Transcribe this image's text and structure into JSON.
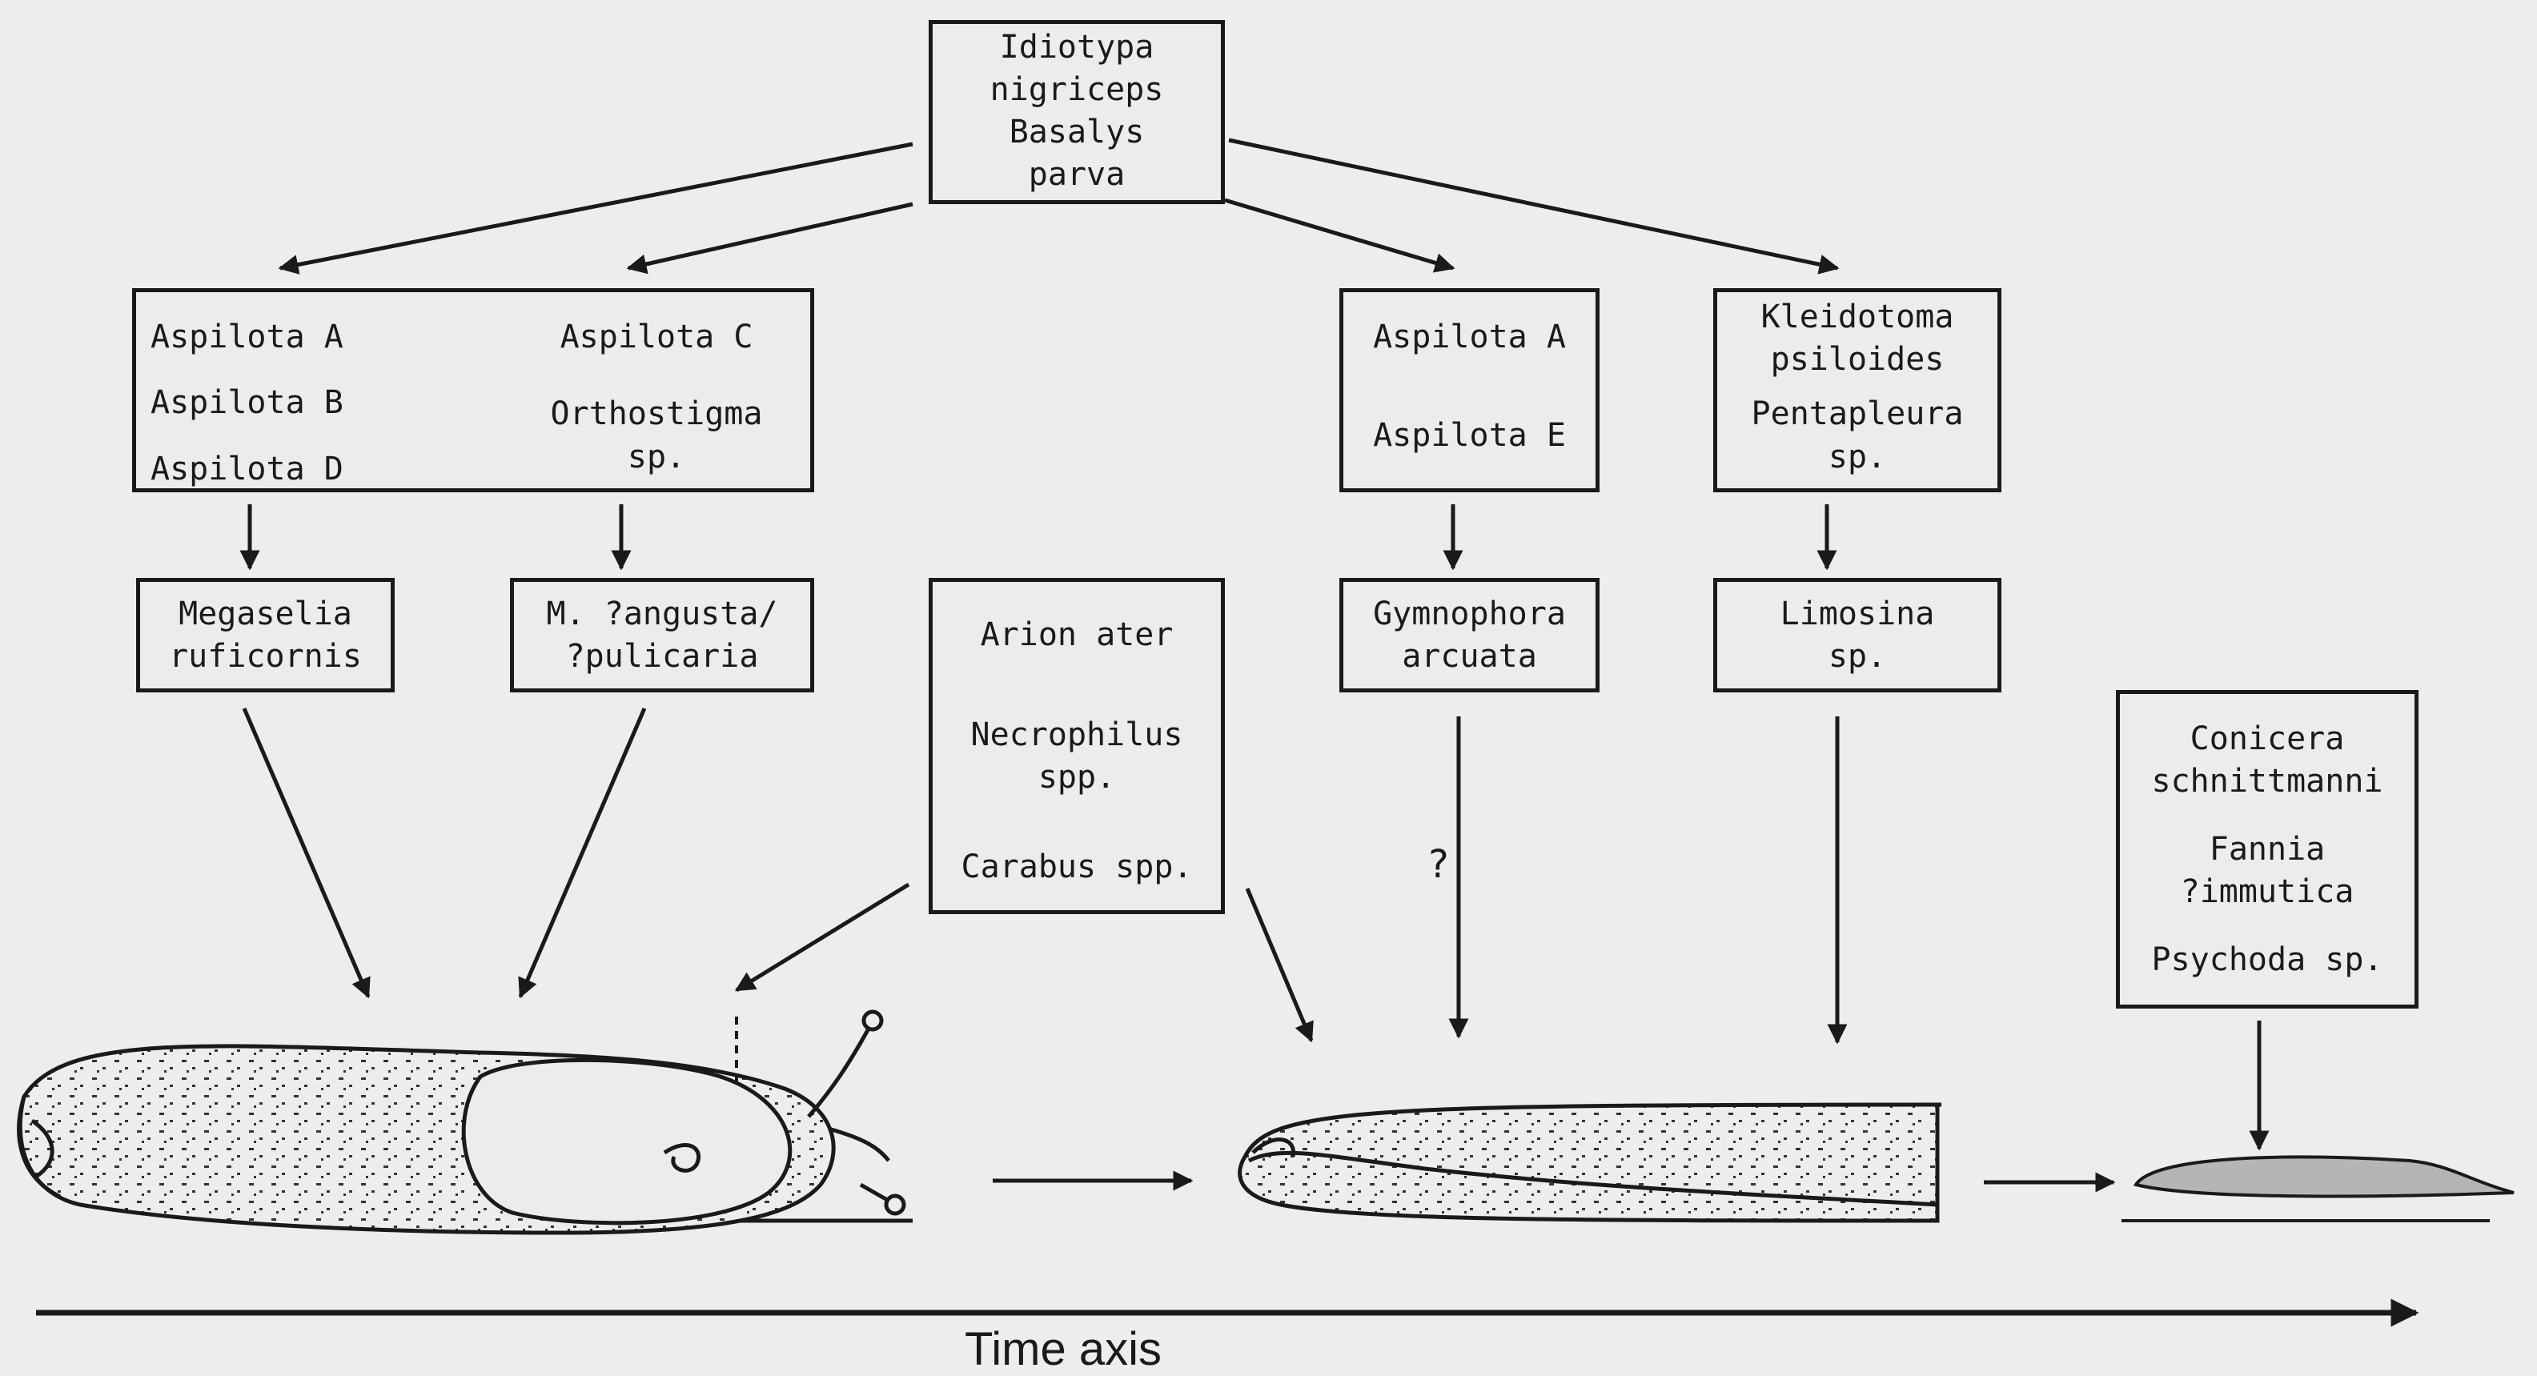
{
  "boxes": {
    "parasitoids_top": [
      "Idiotypa",
      "nigriceps",
      "Basalys",
      "parva"
    ],
    "group_left": {
      "col1": [
        "Aspilota A",
        "Aspilota B",
        "Aspilota D"
      ],
      "col2": [
        "Aspilota C",
        "Orthostigma",
        "sp."
      ]
    },
    "group_mid": [
      "Aspilota A",
      "Aspilota E"
    ],
    "group_right": [
      "Kleidotoma",
      "psiloides",
      "Pentapleura",
      "sp."
    ],
    "host_megaselia": [
      "Megaselia",
      "ruficornis"
    ],
    "host_mangusta": [
      "M. ?angusta/",
      "?pulicaria"
    ],
    "predators": [
      "Arion ater",
      "Necrophilus",
      "spp.",
      "Carabus spp."
    ],
    "host_gymnophora": [
      "Gymnophora",
      "arcuata"
    ],
    "host_limosina": [
      "Limosina",
      "sp."
    ],
    "late_colonizers": [
      "Conicera",
      "schnittmanni",
      "Fannia",
      "?immutica",
      "Psychoda sp."
    ]
  },
  "unknown_mark": "?",
  "time_axis_label": "Time axis"
}
